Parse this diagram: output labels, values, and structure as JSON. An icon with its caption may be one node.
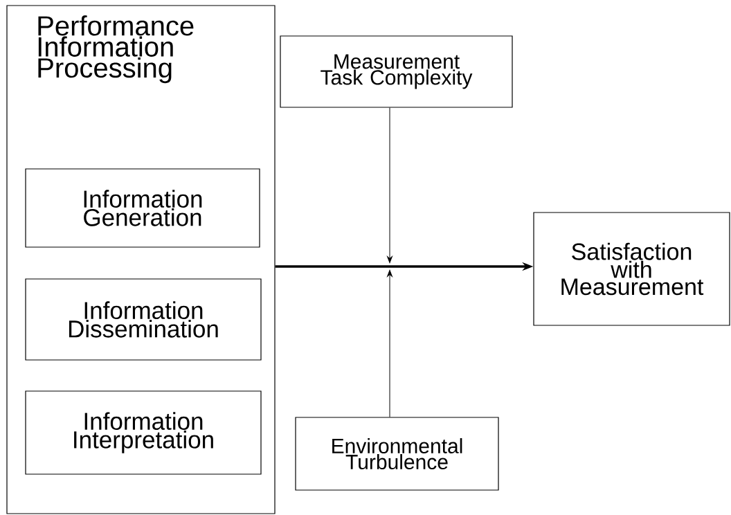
{
  "diagram": {
    "nodes": [
      {
        "text": [
          "Performance Information Processing"
        ]
      },
      {
        "text": [
          "Information Generation"
        ],
        "in": 0
      },
      {
        "text": [
          "Information Dissemination"
        ],
        "in": 0
      },
      {
        "text": [
          "Information Interpretation"
        ],
        "in": 0
      },
      {
        "text": [
          "Measurement Task Complexity"
        ]
      },
      {
        "text": [
          "Satisfaction with Measurement"
        ]
      },
      {
        "text": [
          "Environmental Turbulence"
        ]
      }
    ],
    "edges": [
      {
        "from": 0,
        "to": 5,
        "arrow": "to",
        "style": "thick"
      },
      {
        "from": 4,
        "to": null,
        "arrow": "to"
      },
      {
        "from": 6,
        "to": null,
        "arrow": "to"
      }
    ]
  }
}
